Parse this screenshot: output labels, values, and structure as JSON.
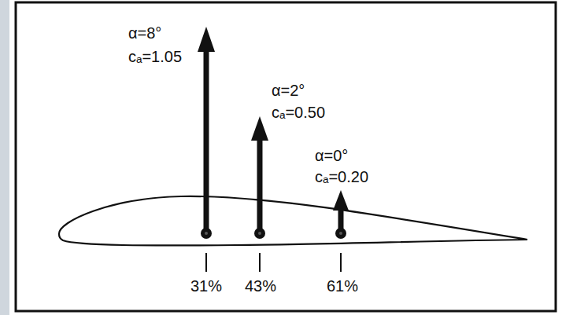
{
  "diagram": {
    "labels": [
      "α=8°",
      "cₐ=1.05",
      "α=2°",
      "cₐ=0.50",
      "α=0°",
      "cₐ=0.20",
      "31%",
      "43%",
      "61%"
    ]
  }
}
